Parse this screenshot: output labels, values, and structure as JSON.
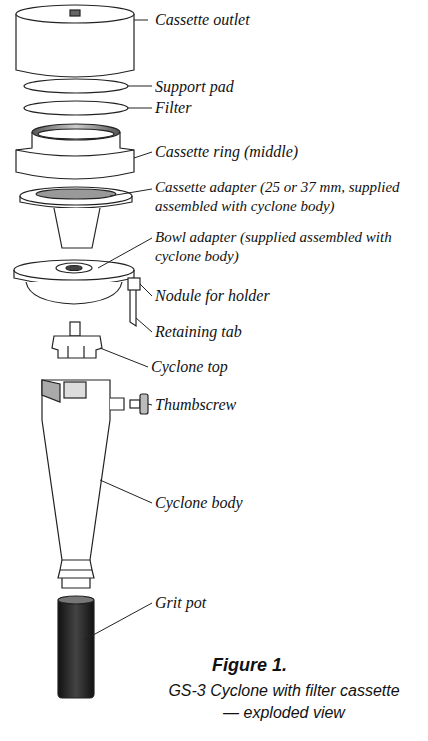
{
  "diagram": {
    "title": "Figure 1.",
    "caption": "GS-3 Cyclone with filter cassette — exploded view",
    "labels": [
      "Cassette outlet",
      "Support pad",
      "Filter",
      "Cassette ring (middle)",
      "Cassette adapter (25 or 37 mm, supplied assembled with cyclone body)",
      "Bowl adapter (supplied assembled with cyclone body)",
      "Nodule for holder",
      "Retaining tab",
      "Cyclone top",
      "Thumbscrew",
      "Cyclone body",
      "Grit pot"
    ]
  }
}
